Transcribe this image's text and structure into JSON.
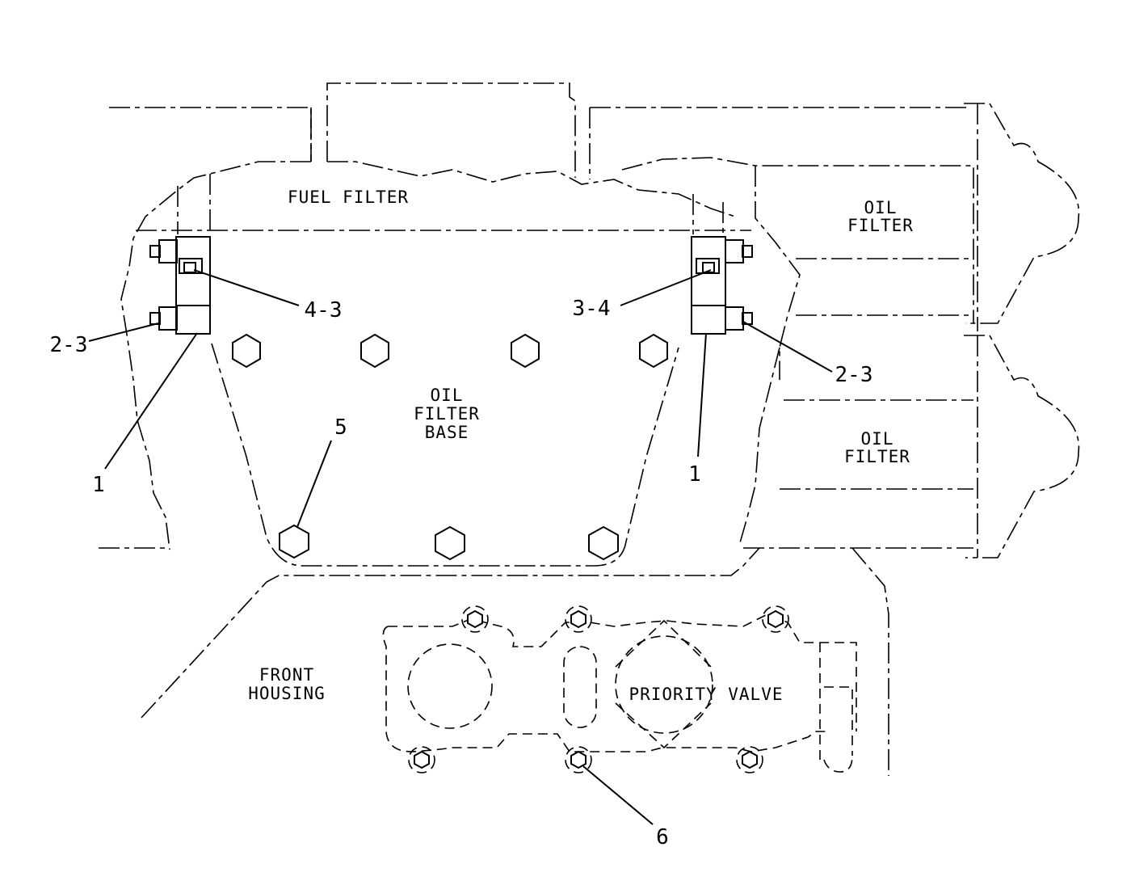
{
  "labels": {
    "fuel_filter": "FUEL FILTER",
    "oil_filter_top_l1": "OIL",
    "oil_filter_top_l2": "FILTER",
    "oil_filter_bottom_l1": "OIL",
    "oil_filter_bottom_l2": "FILTER",
    "oil_filter_base_l1": "OIL",
    "oil_filter_base_l2": "FILTER",
    "oil_filter_base_l3": "BASE",
    "front_housing_l1": "FRONT",
    "front_housing_l2": "HOUSING",
    "priority_valve": "PRIORITY VALVE"
  },
  "callouts": {
    "left_bracket": "1",
    "left_bolt": "2-3",
    "left_fitting": "4-3",
    "right_bracket": "1",
    "right_bolt": "2-3",
    "right_fitting": "3-4",
    "base_bolt": "5",
    "valve_bolt": "6"
  },
  "colors": {
    "line": "#000000",
    "background": "#ffffff"
  }
}
